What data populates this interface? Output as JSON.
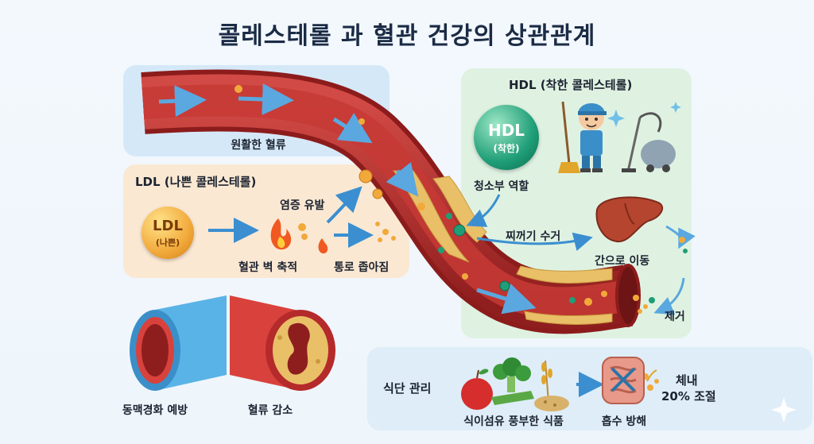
{
  "title": "콜레스테롤 과 혈관 건강의 상관관계",
  "blood_flow": {
    "label": "원활한 혈류"
  },
  "ldl": {
    "heading": "LDL (나쁜 콜레스테롤)",
    "badge_main": "LDL",
    "badge_sub": "(나쁜)",
    "inflammation": "염증 유발",
    "wall_buildup": "혈관 벽 축적",
    "narrowing": "통로 좁아짐"
  },
  "hdl": {
    "heading": "HDL (착한 콜레스테롤)",
    "badge_main": "HDL",
    "badge_sub": "(착한)",
    "role": "청소부 역할",
    "collect": "찌꺼기 수거",
    "to_liver": "간으로 이동",
    "removal": "제거"
  },
  "vessels": {
    "healthy_label": "동맥경화 예방",
    "blocked_label": "혈류 감소"
  },
  "diet": {
    "heading": "식단 관리",
    "food_label": "식이섬유 풍부한 식품",
    "absorb_label": "흡수 방해",
    "result_line1": "체내",
    "result_line2": "20% 조절"
  },
  "colors": {
    "artery": "#b52a2a",
    "plaque": "#e9c068",
    "arrow_blue": "#3b8fd0",
    "hdl_green": "#1f9e77"
  },
  "icons": [
    "fire-icon",
    "janitor-icon",
    "broom-icon",
    "vacuum-icon",
    "liver-icon",
    "intestine-icon",
    "apple-icon",
    "broccoli-icon",
    "wheat-icon",
    "sparkle-icon"
  ]
}
